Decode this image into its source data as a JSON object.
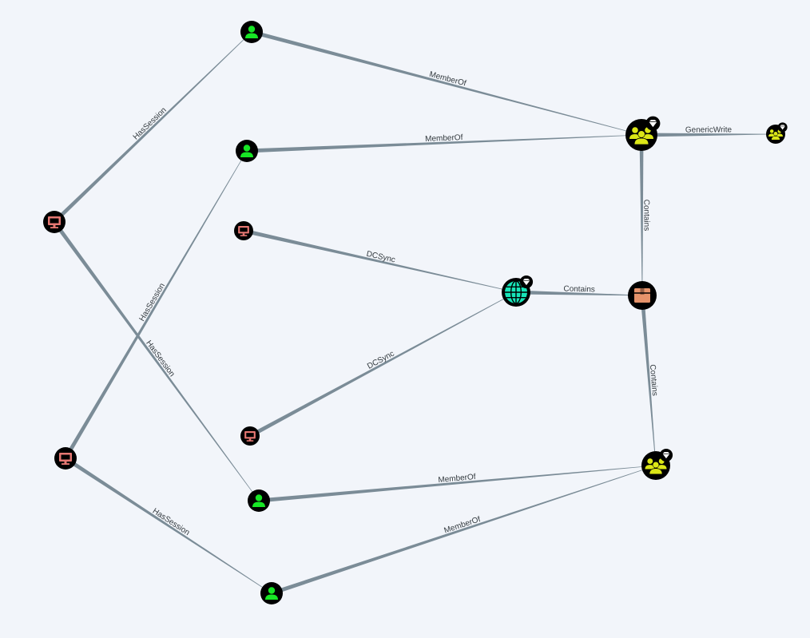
{
  "colors": {
    "background": "#f2f5fa",
    "edge": "#7b8c97",
    "edge_label": "#333a3f",
    "node_ring": "#000000",
    "user": "#17e625",
    "computer": "#e67873",
    "group": "#dbe617",
    "domain": "#17e6b9",
    "ou": "#e6936b",
    "highvalue_badge": "#ffffff"
  },
  "nodes": [
    {
      "id": "user-1",
      "type": "user",
      "icon": "user-icon",
      "highvalue": false
    },
    {
      "id": "user-2",
      "type": "user",
      "icon": "user-icon",
      "highvalue": false
    },
    {
      "id": "user-3",
      "type": "user",
      "icon": "user-icon",
      "highvalue": false
    },
    {
      "id": "user-4",
      "type": "user",
      "icon": "user-icon",
      "highvalue": false
    },
    {
      "id": "computer-1",
      "type": "computer",
      "icon": "monitor-icon",
      "highvalue": false
    },
    {
      "id": "computer-2",
      "type": "computer",
      "icon": "monitor-icon",
      "highvalue": false
    },
    {
      "id": "computer-3",
      "type": "computer",
      "icon": "monitor-icon",
      "highvalue": false
    },
    {
      "id": "computer-4",
      "type": "computer",
      "icon": "monitor-icon",
      "highvalue": false
    },
    {
      "id": "group-1",
      "type": "group",
      "icon": "group-icon",
      "highvalue": true
    },
    {
      "id": "group-2",
      "type": "group",
      "icon": "group-icon",
      "highvalue": true
    },
    {
      "id": "group-3",
      "type": "group",
      "icon": "group-icon",
      "highvalue": true
    },
    {
      "id": "domain-1",
      "type": "domain",
      "icon": "globe-icon",
      "highvalue": true
    },
    {
      "id": "ou-1",
      "type": "ou",
      "icon": "box-icon",
      "highvalue": false
    }
  ],
  "edges": [
    {
      "from": "computer-1",
      "to": "user-1",
      "label": "HasSession"
    },
    {
      "from": "computer-1",
      "to": "user-3",
      "label": "HasSession"
    },
    {
      "from": "computer-2",
      "to": "user-2",
      "label": "HasSession"
    },
    {
      "from": "computer-2",
      "to": "user-4",
      "label": "HasSession"
    },
    {
      "from": "user-1",
      "to": "group-1",
      "label": "MemberOf"
    },
    {
      "from": "user-2",
      "to": "group-1",
      "label": "MemberOf"
    },
    {
      "from": "user-3",
      "to": "group-2",
      "label": "MemberOf"
    },
    {
      "from": "user-4",
      "to": "group-2",
      "label": "MemberOf"
    },
    {
      "from": "computer-3",
      "to": "domain-1",
      "label": "DCSync"
    },
    {
      "from": "computer-4",
      "to": "domain-1",
      "label": "DCSync"
    },
    {
      "from": "domain-1",
      "to": "ou-1",
      "label": "Contains"
    },
    {
      "from": "group-1",
      "to": "ou-1",
      "label": "Contains"
    },
    {
      "from": "ou-1",
      "to": "group-2",
      "label": "Contains"
    },
    {
      "from": "group-1",
      "to": "group-3",
      "label": "GenericWrite"
    }
  ]
}
